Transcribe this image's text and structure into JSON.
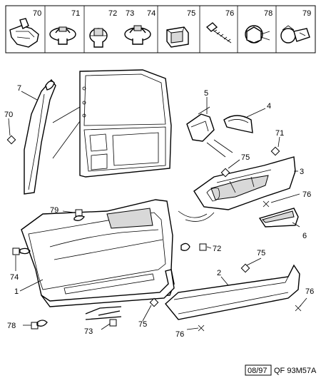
{
  "legend_refs": [
    "70",
    "71",
    "72",
    "73",
    "74",
    "75",
    "76",
    "78",
    "79"
  ],
  "callouts": {
    "c1": "1",
    "c2": "2",
    "c3": "3",
    "c4": "4",
    "c5": "5",
    "c6": "6",
    "c7": "7",
    "c70": "70",
    "c71": "71",
    "c72": "72",
    "c73": "73",
    "c74": "74",
    "c75a": "75",
    "c75b": "75",
    "c75c": "75",
    "c76a": "76",
    "c76b": "76",
    "c76c": "76",
    "c78": "78",
    "c79": "79"
  },
  "footer": {
    "date": "08/97",
    "ref": "QF 93M57A"
  }
}
